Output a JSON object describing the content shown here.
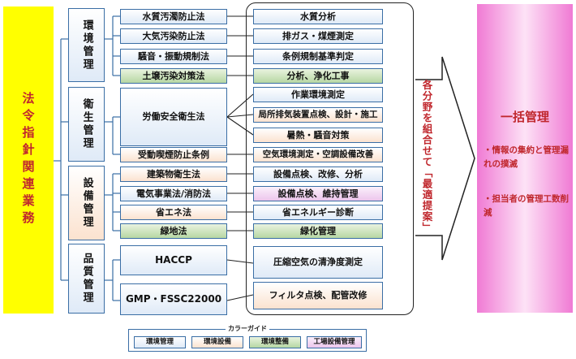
{
  "root_label": "法令指針関連業務",
  "categories": [
    "環境管理",
    "衛生管理",
    "設備管理",
    "品質管理"
  ],
  "laws": {
    "water": "水質汚濁防止法",
    "air": "大気汚染防止法",
    "noise": "騒音・振動規制法",
    "soil": "土壌汚染対策法",
    "labor": "労働安全衛生法",
    "smoking": "受動喫煙防止条例",
    "building": "建築物衛生法",
    "electric": "電気事業法/消防法",
    "energy": "省エネ法",
    "greenery": "緑地法",
    "haccp": "HACCP",
    "gmp": "GMP・FSSC22000"
  },
  "services": {
    "water_analysis": "水質分析",
    "exhaust": "排ガス・煤煙測定",
    "ordinance": "条例規制基準判定",
    "purification": "分析、浄化工事",
    "workplace": "作業環境測定",
    "local_exhaust": "局所排気装置点検、設計・施工",
    "heat_noise": "暑熱・騒音対策",
    "aircon": "空気環境測定・空調設備改善",
    "inspection_repair": "設備点検、改修、分析",
    "inspection_maint": "設備点検、維持管理",
    "energy_diag": "省エネルギー診断",
    "greenery_mgmt": "緑化管理",
    "compressed_air": "圧縮空気の清浄度測定",
    "filter": "フィルタ点検、配管改修"
  },
  "combine_label": "各分野を組合せて「最適提案」",
  "target": {
    "title": "一括管理",
    "point1": "・情報の集約と管理漏れの撲滅",
    "point2": "・担当者の管理工数削減"
  },
  "guide": {
    "title": "カラーガイド",
    "items": [
      "環境管理",
      "環境設備",
      "環境整備",
      "工場設備管理"
    ]
  },
  "colors": {
    "environment": "#dfeaf7",
    "equipment": "#fbe2cf",
    "maintenance": "#b6d7a3",
    "factory": "#ecc5ec",
    "accent": "#c0272d",
    "root": "#ffff00"
  }
}
